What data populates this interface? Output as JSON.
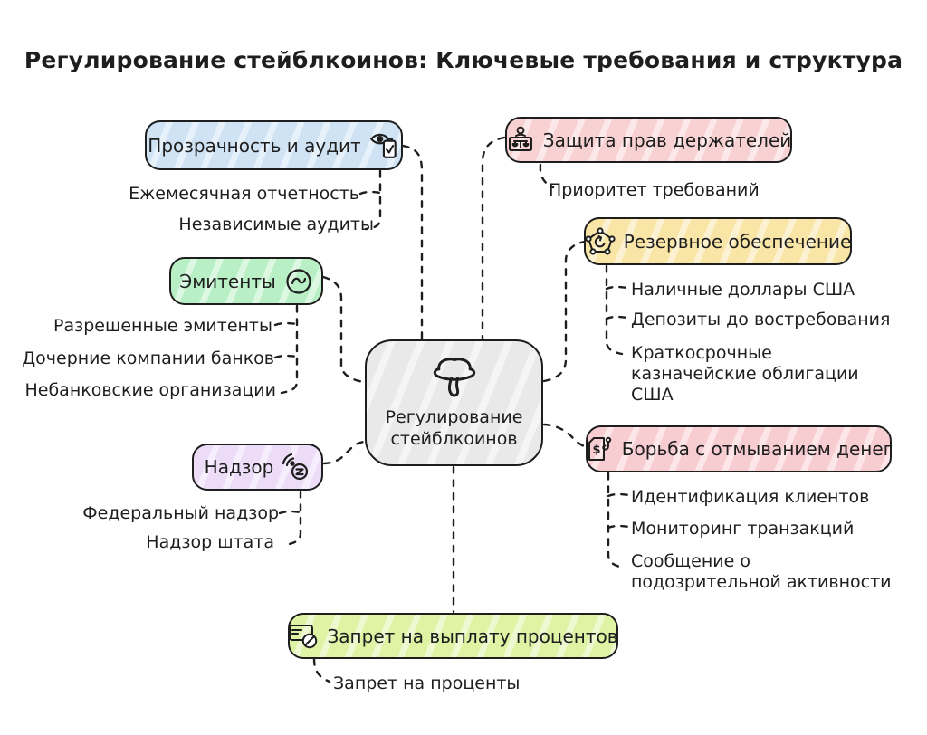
{
  "title": "Регулирование стейблкоинов: Ключевые требования и структура",
  "center": {
    "line1": "Регулирование",
    "line2": "стейблкоинов",
    "icon": "mushroom-icon",
    "color": "#e9e9e9"
  },
  "branches": {
    "transparency": {
      "label": "Прозрачность и аудит",
      "icon": "eye-clipboard-icon",
      "color": "#cfe3f5",
      "children": [
        "Ежемесячная отчетность",
        "Независимые аудиты"
      ]
    },
    "holders": {
      "label": "Защита прав держателей",
      "icon": "justice-scales-icon",
      "color": "#f8d2d2",
      "children": [
        "Приоритет требований"
      ]
    },
    "issuers": {
      "label": "Эмитенты",
      "icon": "link-circle-icon",
      "color": "#b9efc4",
      "children": [
        "Разрешенные эмитенты",
        "Дочерние компании банков",
        "Небанковские организации"
      ]
    },
    "reserves": {
      "label": "Резервное обеспечение",
      "icon": "network-nodes-icon",
      "color": "#f9e6a6",
      "children": [
        "Наличные доллары США",
        "Депозиты до востребования",
        "Краткосрочные казначейские облигации США"
      ]
    },
    "oversight": {
      "label": "Надзор",
      "icon": "surveillance-signal-icon",
      "color": "#eddcf8",
      "children": [
        "Федеральный надзор",
        "Надзор штата"
      ]
    },
    "aml": {
      "label": "Борьба с отмыванием денег",
      "icon": "money-document-icon",
      "color": "#f8cdd2",
      "children": [
        "Идентификация клиентов",
        "Мониторинг транзакций",
        "Сообщение о подозрительной активности"
      ]
    },
    "interest_ban": {
      "label": "Запрет на выплату процентов",
      "icon": "card-ban-icon",
      "color": "#def3a4",
      "children": [
        "Запрет на проценты"
      ]
    }
  }
}
